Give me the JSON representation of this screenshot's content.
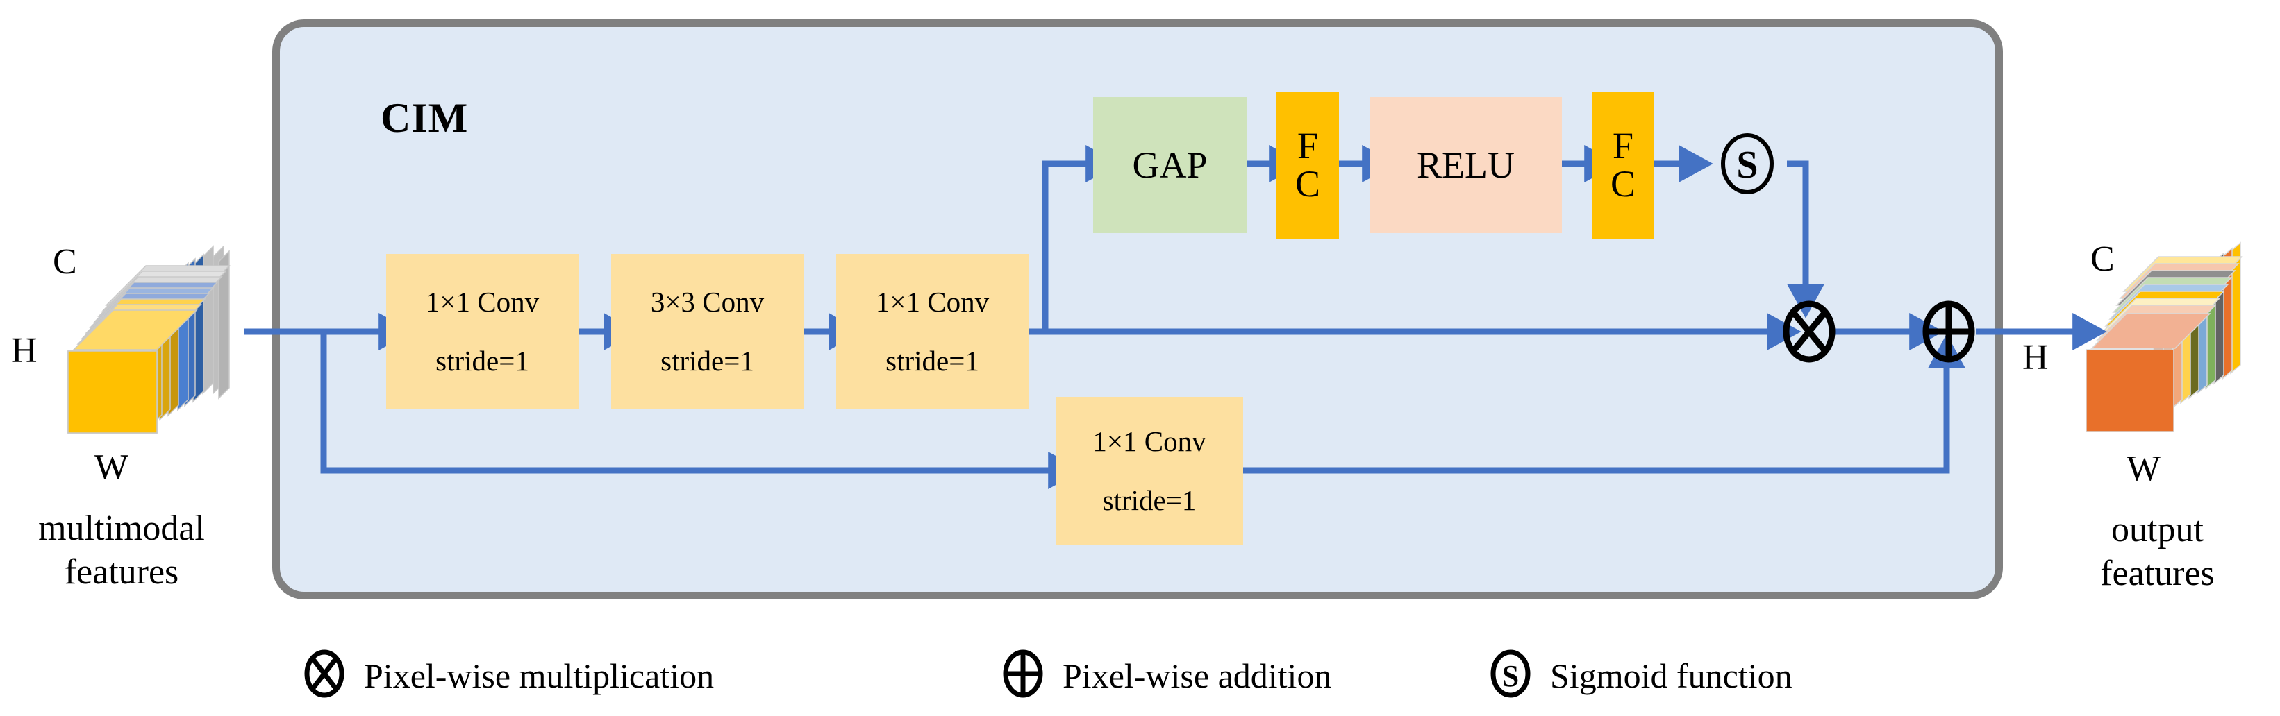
{
  "diagram": {
    "title": "CIM",
    "module_label": "CIM",
    "colors": {
      "container_fill": "#dfe9f5",
      "container_border": "#808080",
      "conv_block": "#fde0a0",
      "gap_block": "#cfe3bb",
      "fc_block": "#ffc000",
      "relu_block": "#fbd9c3",
      "arrow": "#4472c4",
      "glyph": "#000000",
      "input_cube_front": "#ffc000",
      "output_cube_front": "#e8702a"
    }
  },
  "input": {
    "axis_c": "C",
    "axis_h": "H",
    "axis_w": "W",
    "caption_line1": "multimodal",
    "caption_line2": "features"
  },
  "output": {
    "axis_c": "C",
    "axis_h": "H",
    "axis_w": "W",
    "caption_line1": "output",
    "caption_line2": "features"
  },
  "main_path": [
    {
      "name": "conv1",
      "line1": "1×1 Conv",
      "line2": "stride=1"
    },
    {
      "name": "conv2",
      "line1": "3×3 Conv",
      "line2": "stride=1"
    },
    {
      "name": "conv3",
      "line1": "1×1 Conv",
      "line2": "stride=1"
    }
  ],
  "skip_path": [
    {
      "name": "conv_skip",
      "line1": "1×1 Conv",
      "line2": "stride=1"
    }
  ],
  "attention_path": [
    {
      "name": "gap",
      "label": "GAP"
    },
    {
      "name": "fc1",
      "label_line1": "F",
      "label_line2": "C"
    },
    {
      "name": "relu",
      "label": "RELU"
    },
    {
      "name": "fc2",
      "label_line1": "F",
      "label_line2": "C"
    },
    {
      "name": "sigmoid",
      "label": "S"
    }
  ],
  "operators": {
    "multiply_symbol": "⊗",
    "add_symbol": "⊕",
    "sigmoid_symbol": "S"
  },
  "legend": [
    {
      "symbol": "⊗",
      "label": "Pixel-wise multiplication"
    },
    {
      "symbol": "⊕",
      "label": "Pixel-wise addition"
    },
    {
      "symbol": "S",
      "label": "Sigmoid function"
    }
  ]
}
